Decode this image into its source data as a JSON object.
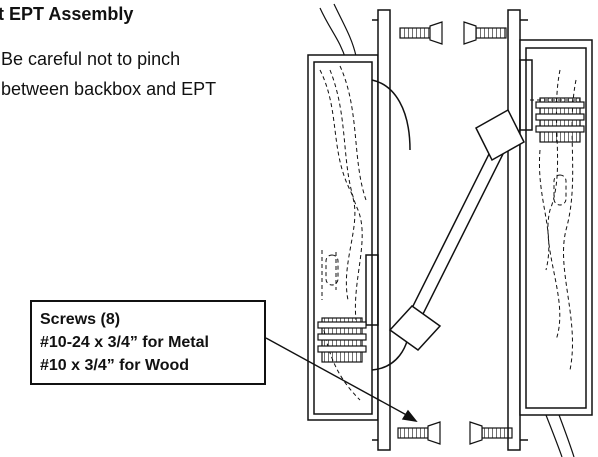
{
  "heading": "t EPT Assembly",
  "note": {
    "line1": "Be careful not to pinch",
    "line2": "between backbox and EPT"
  },
  "callout": {
    "title": "Screws (8)",
    "metal": "#10-24 x 3/4” for Metal",
    "wood": "#10 x 3/4” for Wood"
  }
}
